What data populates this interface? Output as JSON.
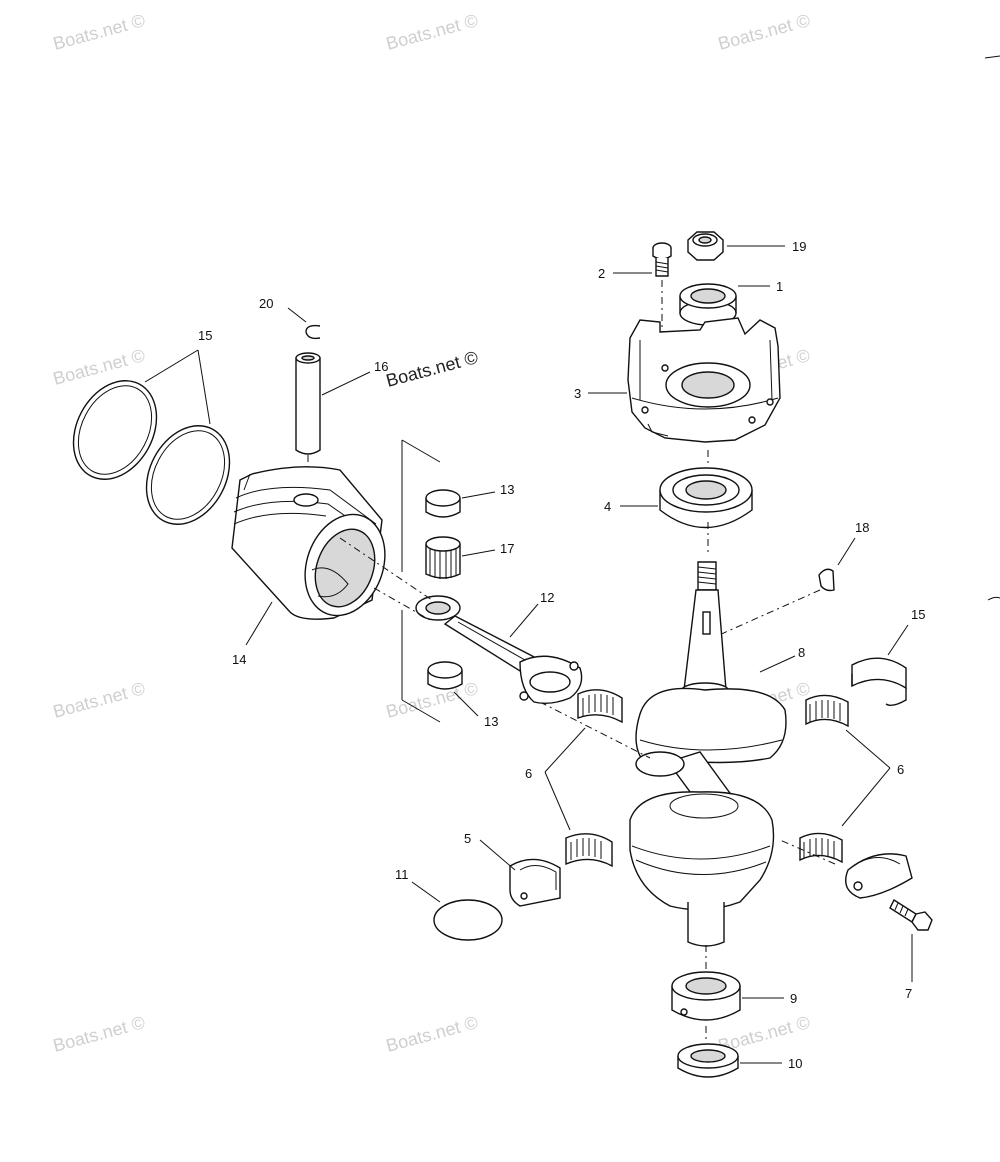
{
  "watermark": "Boats.net ©",
  "callouts": {
    "c1": "1",
    "c2": "2",
    "c3": "3",
    "c4": "4",
    "c5": "5",
    "c6a": "6",
    "c6b": "6",
    "c7": "7",
    "c8": "8",
    "c9": "9",
    "c10": "10",
    "c11": "11",
    "c12": "12",
    "c13a": "13",
    "c13b": "13",
    "c14": "14",
    "c15a": "15",
    "c15b": "15",
    "c16": "16",
    "c17": "17",
    "c18": "18",
    "c19": "19",
    "c20": "20"
  },
  "colors": {
    "ink": "#111111",
    "watermark": "#cfcfcf",
    "background": "#ffffff"
  }
}
